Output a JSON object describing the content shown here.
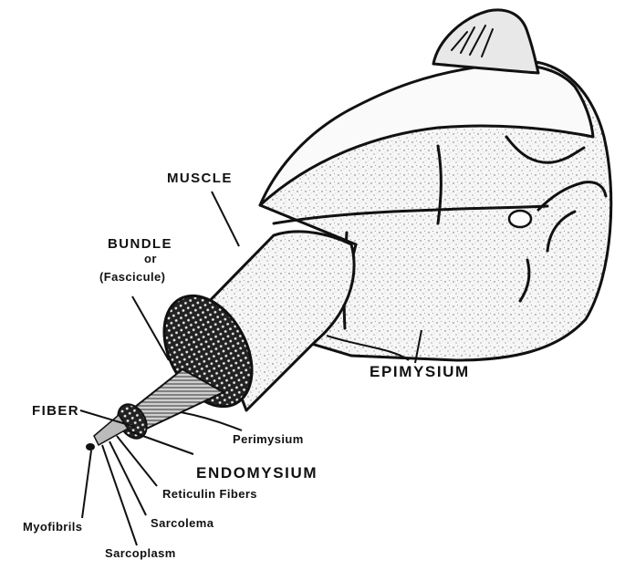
{
  "labels": {
    "muscle": "MUSCLE",
    "bundle_line1": "BUNDLE",
    "bundle_line2": "or",
    "bundle_line3": "(Fascicule)",
    "epimysium": "EPIMYSIUM",
    "fiber": "FIBER",
    "perimysium": "Perimysium",
    "endomysium": "ENDOMYSIUM",
    "reticulin_fibers": "Reticulin Fibers",
    "sarcolema": "Sarcolema",
    "myofibrils": "Myofibrils",
    "sarcoplasm": "Sarcoplasm"
  },
  "colors": {
    "ink": "#111111",
    "fill": "#f4f4f4",
    "stipple": "#555555",
    "background": "#ffffff"
  }
}
